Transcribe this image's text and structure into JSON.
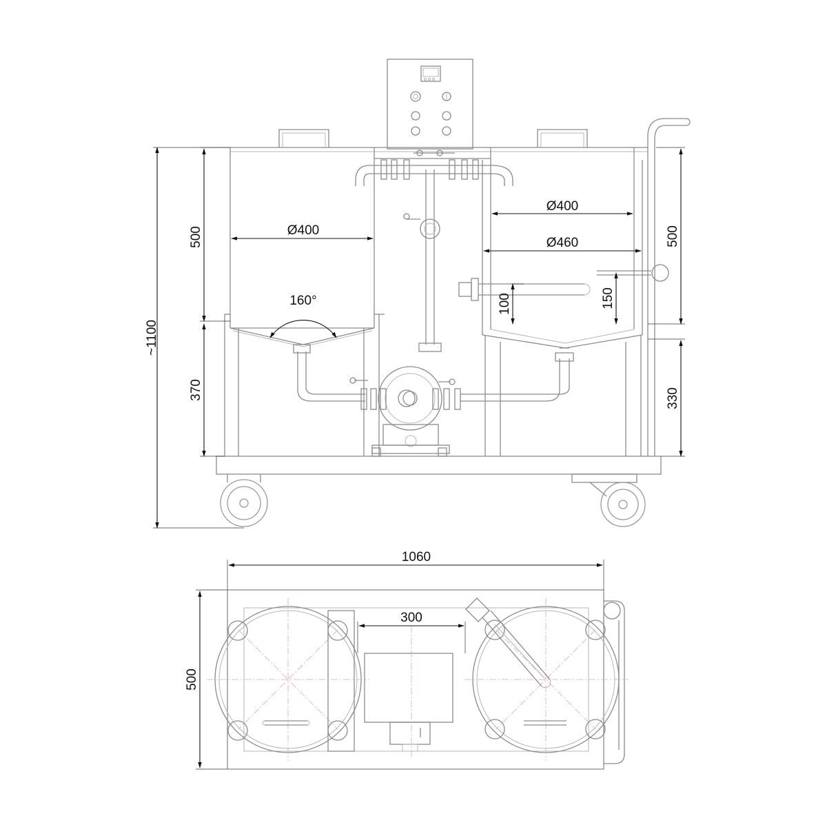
{
  "front_view": {
    "overall_height": "~1100",
    "left_tank": {
      "height": "500",
      "diameter": "Ø400",
      "cone_angle": "160°",
      "leg_height": "370"
    },
    "right_tank": {
      "height": "500",
      "diameter_inner": "Ø400",
      "diameter_outer": "Ø460",
      "heater_height": "100",
      "sensor_height": "150",
      "leg_height": "330"
    }
  },
  "top_view": {
    "overall_width": "1060",
    "depth": "500",
    "center_width": "300"
  },
  "colors": {
    "outline": "#8a8a8a",
    "dimension": "#111111",
    "centerline": "#e7a3a3"
  }
}
